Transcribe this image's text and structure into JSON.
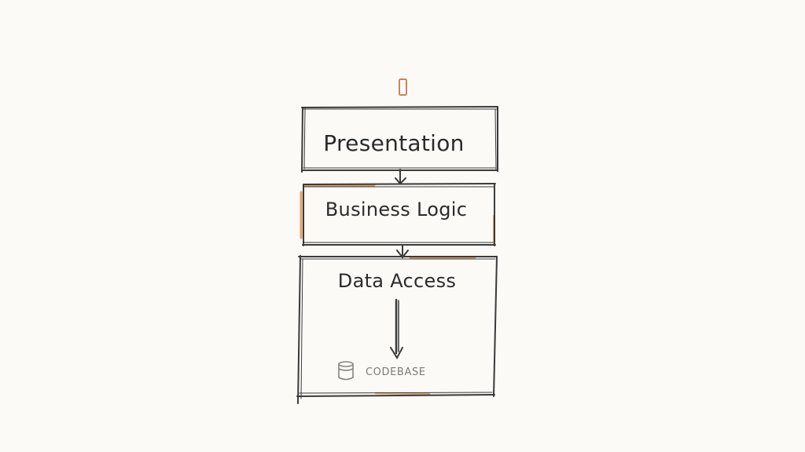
{
  "diagram": {
    "layers": [
      {
        "label": "Presentation"
      },
      {
        "label": "Business Logic"
      },
      {
        "label": "Data Access"
      }
    ],
    "storage": {
      "icon": "database-icon",
      "label": "CODEBASE"
    },
    "colors": {
      "ink": "#2b2b2b",
      "accent": "#e08a3c",
      "muted": "#7f7a76",
      "background": "#fbfaf7"
    }
  }
}
